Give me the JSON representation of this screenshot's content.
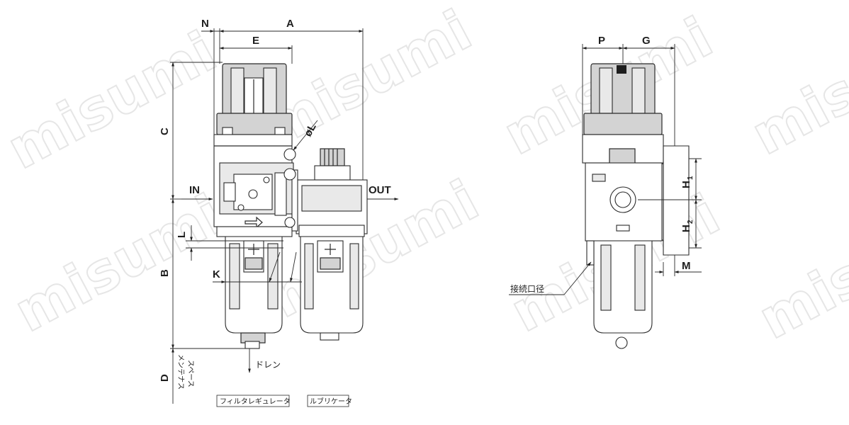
{
  "watermark": {
    "text": "misumi"
  },
  "front_view": {
    "dimensions": {
      "N": "N",
      "A": "A",
      "E": "E",
      "C": "C",
      "B": "B",
      "D": "D",
      "L": "L",
      "K": "K",
      "phi_L": "øL"
    },
    "ports": {
      "in": "IN",
      "out": "OUT"
    },
    "drain_label": "ドレン",
    "maintenance_label_1": "メンテナス",
    "maintenance_label_2": "スペース",
    "unit_labels": {
      "filter_regulator": "フィルタレギュレータ",
      "lubricator": "ルブリケータ"
    }
  },
  "side_view": {
    "dimensions": {
      "P": "P",
      "G": "G",
      "H1_main": "H",
      "H1_sub": "1",
      "H2_main": "H",
      "H2_sub": "2",
      "M": "M"
    },
    "connection_label": "接続口径"
  }
}
